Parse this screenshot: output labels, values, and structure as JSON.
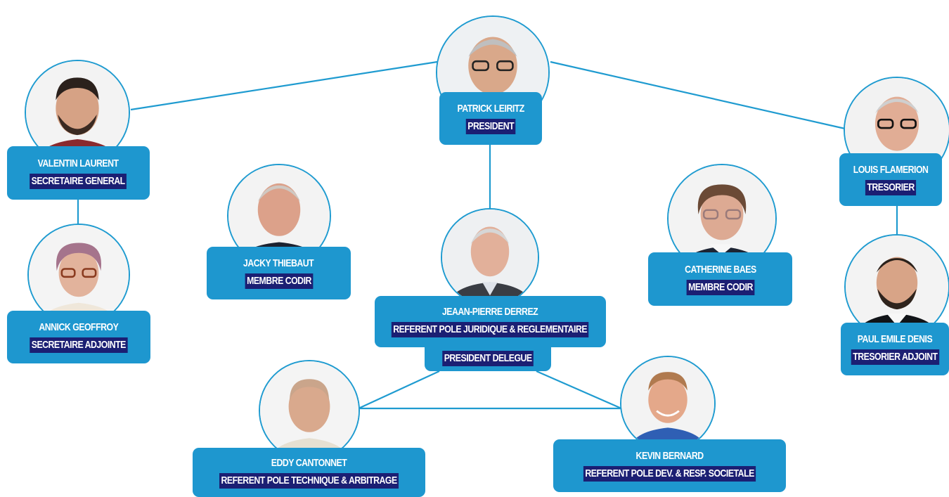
{
  "colors": {
    "accent": "#1e97cf",
    "role_bg": "#1b1f73",
    "text": "#ffffff",
    "line": "#1f9bd0"
  },
  "members": [
    {
      "id": "leiritz",
      "name": "PATRICK LEIRITZ",
      "role": "PRESIDENT"
    },
    {
      "id": "laurent",
      "name": "VALENTIN LAURENT",
      "role": "SECRETAIRE GENERAL"
    },
    {
      "id": "flamerion",
      "name": "LOUIS FLAMERION",
      "role": "TRESORIER"
    },
    {
      "id": "geoffroy",
      "name": "ANNICK GEOFFROY",
      "role": "SECRETAIRE ADJOINTE"
    },
    {
      "id": "thiebaut",
      "name": "JACKY THIEBAUT",
      "role": "MEMBRE CODIR"
    },
    {
      "id": "derrez",
      "name": "JEAAN-PIERRE DERREZ",
      "role": "REFERENT POLE JURIDIQUE & REGLEMENTAIRE",
      "role2": "PRESIDENT DELEGUE"
    },
    {
      "id": "baes",
      "name": "CATHERINE BAES",
      "role": "MEMBRE CODIR"
    },
    {
      "id": "denis",
      "name": "PAUL EMILE DENIS",
      "role": "TRESORIER ADJOINT"
    },
    {
      "id": "cantonnet",
      "name": "EDDY CANTONNET",
      "role": "REFERENT POLE TECHNIQUE & ARBITRAGE"
    },
    {
      "id": "bernard",
      "name": "KEVIN BERNARD",
      "role": "REFERENT POLE DEV. & RESP. SOCIETALE"
    }
  ],
  "connections": [
    [
      "leiritz",
      "laurent"
    ],
    [
      "leiritz",
      "flamerion"
    ],
    [
      "leiritz",
      "derrez"
    ],
    [
      "laurent",
      "geoffroy"
    ],
    [
      "flamerion",
      "denis"
    ],
    [
      "derrez",
      "cantonnet"
    ],
    [
      "derrez",
      "bernard"
    ],
    [
      "cantonnet",
      "bernard"
    ]
  ]
}
